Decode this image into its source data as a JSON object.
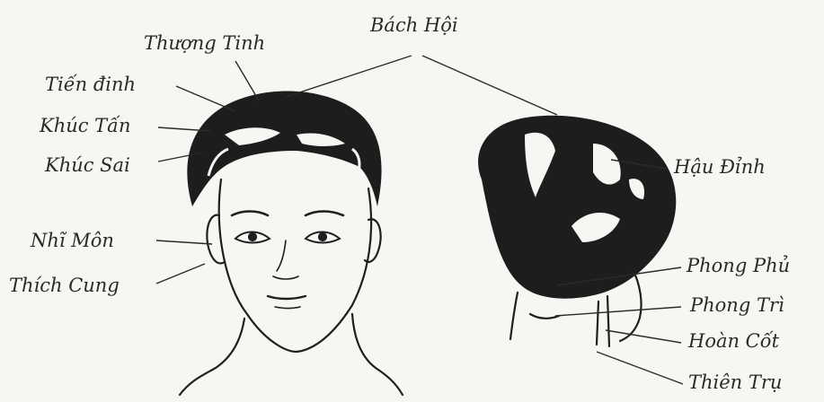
{
  "labels": {
    "bach_hoi": "Bách Hội",
    "thuong_tinh": "Thượng Tinh",
    "tien_dinh": "Tiến đinh",
    "khuc_tan": "Khúc Tấn",
    "khuc_sai": "Khúc Sai",
    "nhi_mon": "Nhĩ Môn",
    "thich_cung": "Thích Cung",
    "hau_dinh": "Hậu Đỉnh",
    "phong_phu": "Phong Phủ",
    "phong_tri": "Phong Trì",
    "hoan_cot": "Hoàn Cốt",
    "thien_tru": "Thiên Trụ"
  },
  "colors": {
    "ink": "#1f1f1f",
    "paper": "#f6f6f2"
  }
}
